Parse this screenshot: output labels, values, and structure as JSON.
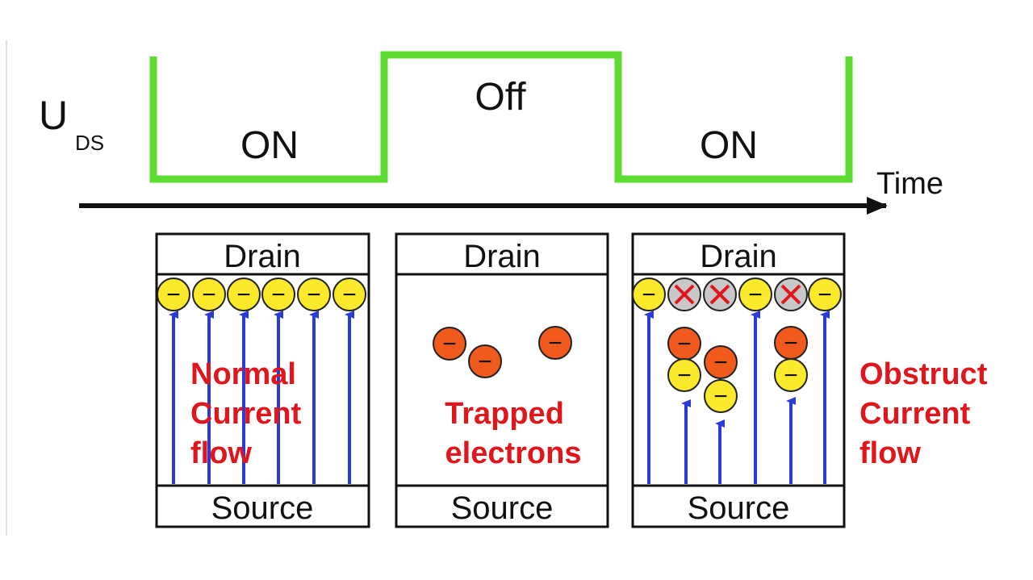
{
  "voltage_label": {
    "main": "U",
    "subscript": "DS"
  },
  "time_label": "Time",
  "phase_labels": [
    "ON",
    "Off",
    "ON"
  ],
  "panels": [
    {
      "top": "Drain",
      "bottom": "Source",
      "caption": [
        "Normal",
        "Current",
        "flow"
      ]
    },
    {
      "top": "Drain",
      "bottom": "Source",
      "caption": [
        "Trapped",
        "electrons"
      ]
    },
    {
      "top": "Drain",
      "bottom": "Source",
      "caption": [
        "Obstruct",
        "Current",
        "flow"
      ]
    }
  ],
  "electron_symbol": "−",
  "colors": {
    "waveform": "#5ddc32",
    "axis": "#111111",
    "arrow": "#2b3bd9",
    "electron_yellow": "#fbe92b",
    "electron_orange": "#f05a1c",
    "blocked_grey": "#c8c8c8",
    "blocked_cross": "#e0161d",
    "caption_red": "#e0161d"
  }
}
